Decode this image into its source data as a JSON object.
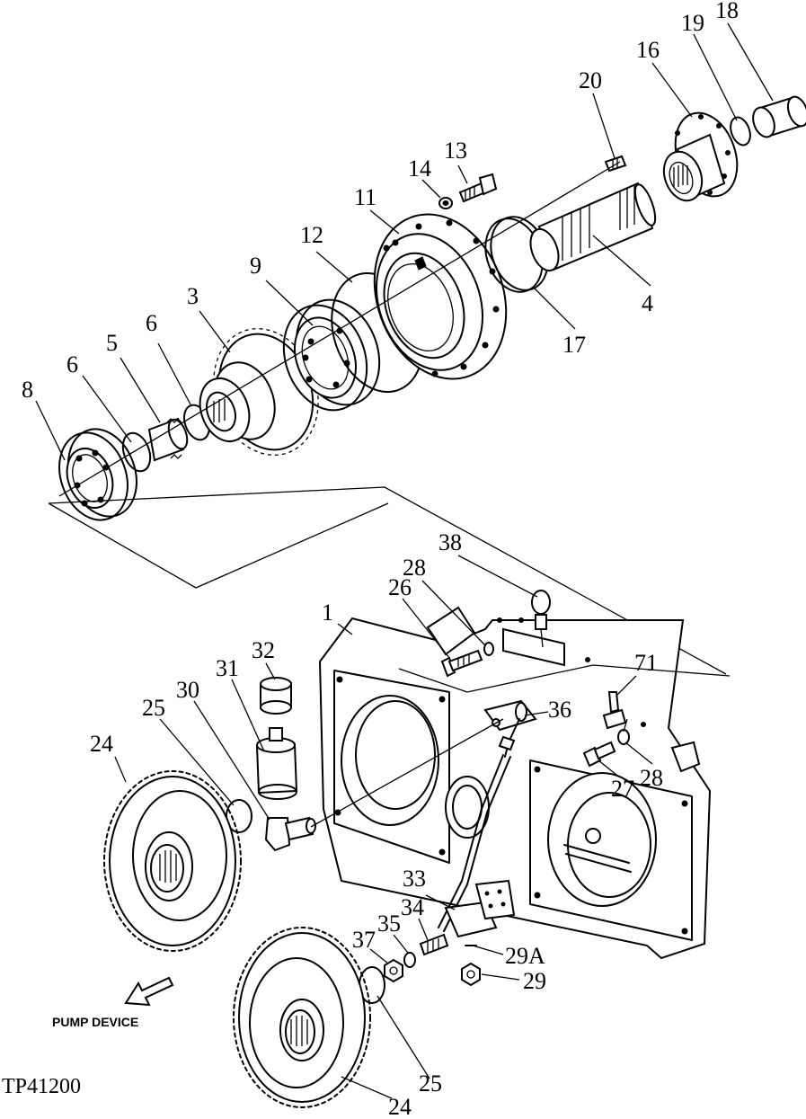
{
  "figure_code": "TP41200",
  "direction_label": "PUMP DEVICE",
  "callouts": {
    "c1": "1",
    "c3": "3",
    "c4": "4",
    "c5": "5",
    "c6a": "6",
    "c6b": "6",
    "c8": "8",
    "c9": "9",
    "c11": "11",
    "c12": "12",
    "c13": "13",
    "c14": "14",
    "c16": "16",
    "c17": "17",
    "c18": "18",
    "c19": "19",
    "c20": "20",
    "c24a": "24",
    "c24b": "24",
    "c25a": "25",
    "c25b": "25",
    "c26": "26",
    "c27": "27",
    "c28a": "28",
    "c28b": "28",
    "c29": "29",
    "c29a": "29A",
    "c30": "30",
    "c31": "31",
    "c32": "32",
    "c33": "33",
    "c34": "34",
    "c35": "35",
    "c36": "36",
    "c37": "37",
    "c38": "38",
    "c71": "71"
  }
}
